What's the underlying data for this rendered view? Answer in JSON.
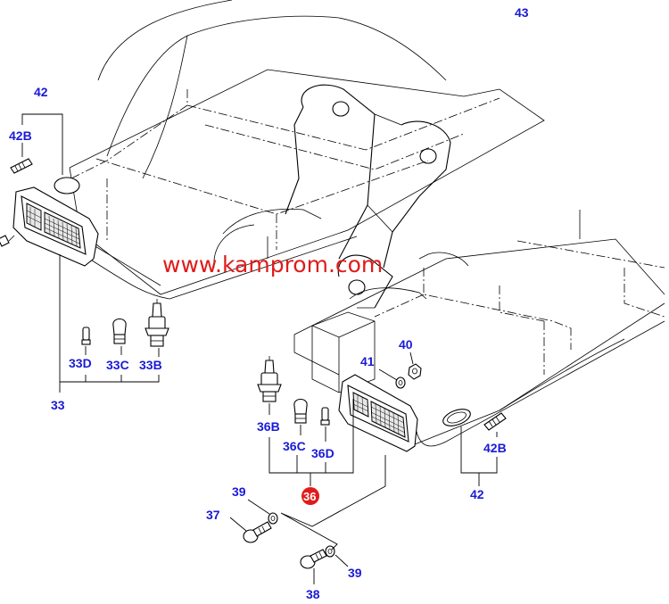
{
  "watermark": "www.kamprom.com",
  "labels": {
    "l43": "43",
    "l42_top": "42",
    "l42b_top": "42B",
    "l33": "33",
    "l33d": "33D",
    "l33c": "33C",
    "l33b": "33B",
    "l40": "40",
    "l41": "41",
    "l36b": "36B",
    "l36c": "36C",
    "l36d": "36D",
    "l36": "36",
    "l42b_right": "42B",
    "l42_right": "42",
    "l39_top": "39",
    "l37": "37",
    "l39_bottom": "39",
    "l38": "38"
  },
  "colors": {
    "label": "#1a1ad6",
    "highlight": "#e01b1b",
    "watermark": "#e01b1b",
    "line": "#000000"
  }
}
